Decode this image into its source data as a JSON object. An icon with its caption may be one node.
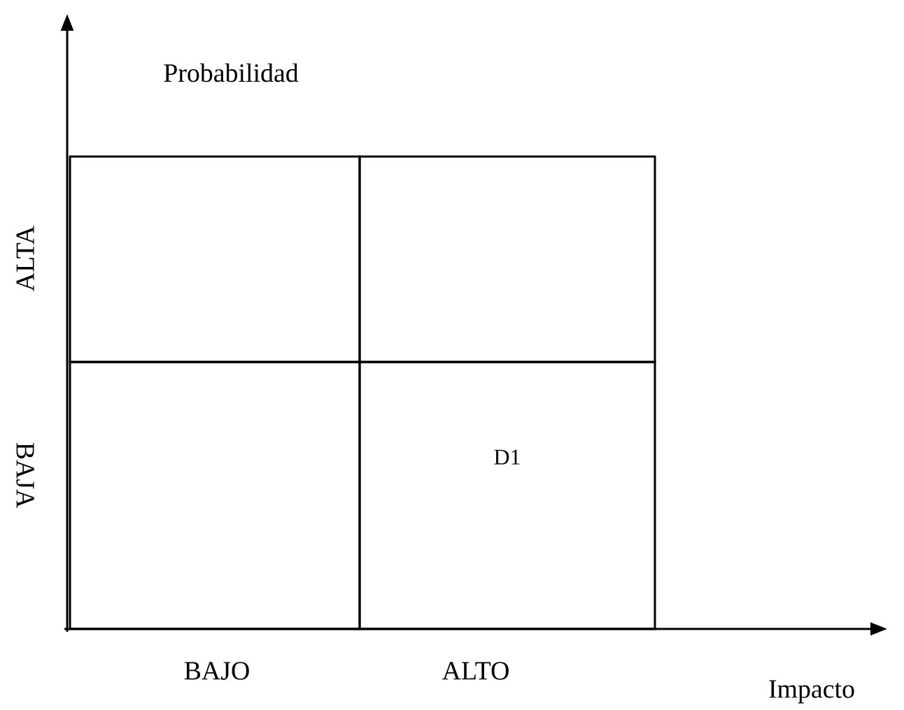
{
  "diagram": {
    "nodes": [
      {
        "text": [],
        "shape": "box"
      },
      {
        "text": [],
        "shape": "box"
      },
      {
        "text": [],
        "shape": "box"
      },
      {
        "text": [
          "D1"
        ]
      }
    ],
    "labels": [
      "Probabilidad",
      "ALTA",
      "BAJA",
      "BAJO",
      "ALTO",
      "Impacto"
    ]
  }
}
